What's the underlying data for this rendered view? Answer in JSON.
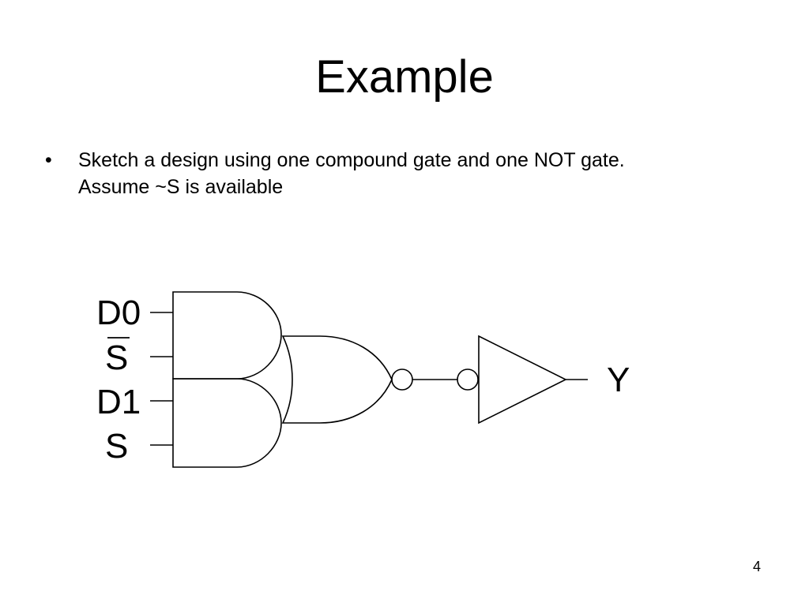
{
  "slide": {
    "title": "Example",
    "bullet": {
      "symbol": "•",
      "line1": "Sketch a design using one compound gate and one NOT gate.",
      "line2": "Assume ~S is available"
    },
    "page_number": "4"
  },
  "diagram": {
    "inputs": {
      "d0": "D0",
      "s_bar": "S",
      "d1": "D1",
      "s": "S"
    },
    "output": "Y",
    "gates": [
      "AND",
      "AND",
      "NOR",
      "NOT"
    ],
    "stroke_color": "#000000",
    "background": "#ffffff"
  }
}
